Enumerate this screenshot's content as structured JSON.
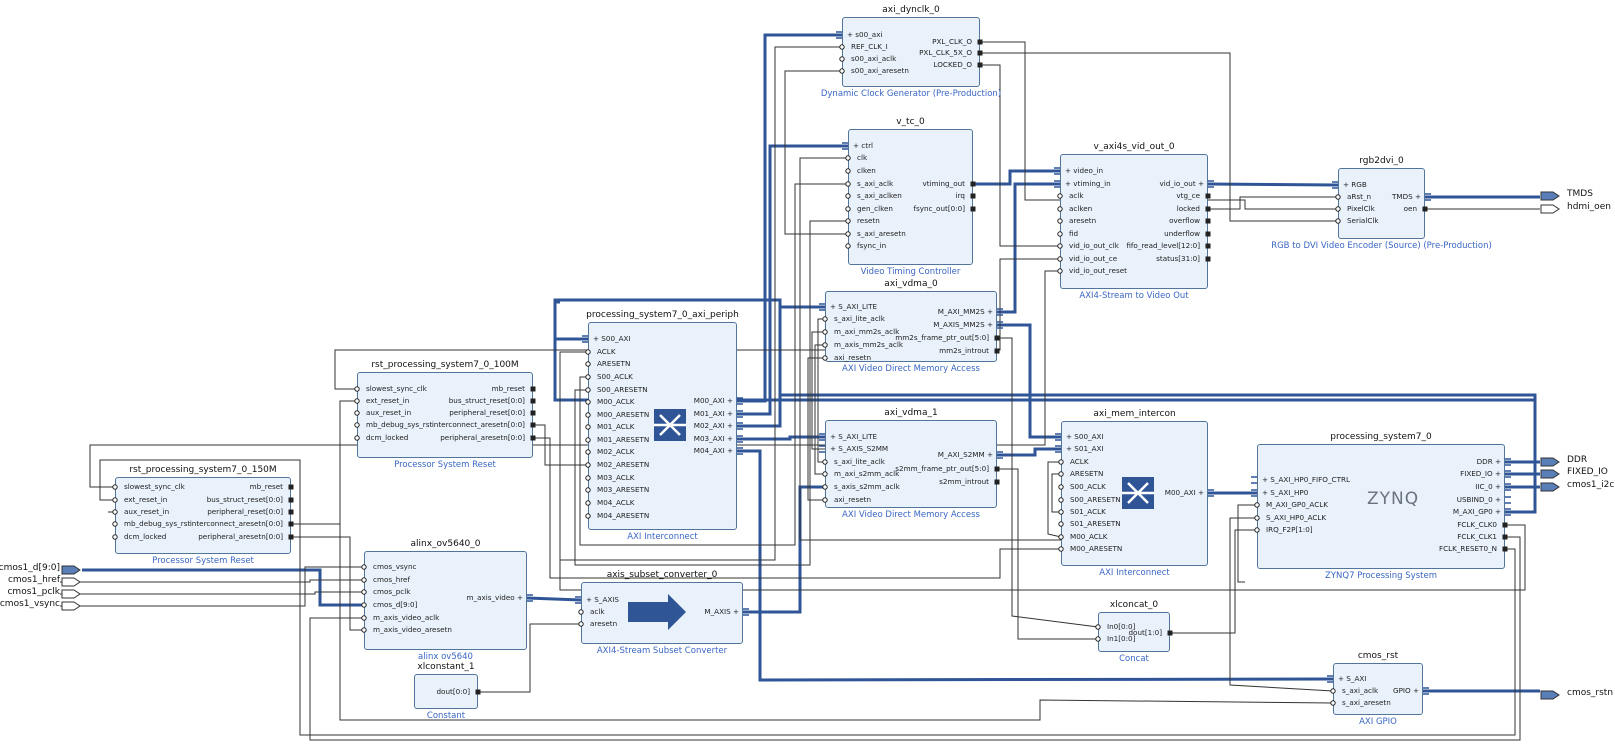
{
  "colors": {
    "block_fill": "#e9f2fb",
    "block_border": "#52759c",
    "bus": "#2f5597",
    "wire": "#333333",
    "subtitle": "#3a66c4"
  },
  "blocks": [
    {
      "id": "dynclk",
      "name": "axi_dynclk_0",
      "subtitle": "Dynamic Clock Generator (Pre-Production)",
      "left_ports": [
        "s00_axi",
        "REF_CLK_I",
        "s00_axi_aclk",
        "s00_axi_aresetn"
      ],
      "right_ports": [
        "PXL_CLK_O",
        "PXL_CLK_5X_O",
        "LOCKED_O"
      ]
    },
    {
      "id": "vtc",
      "name": "v_tc_0",
      "subtitle": "Video Timing Controller",
      "left_ports": [
        "ctrl",
        "clk",
        "clken",
        "s_axi_aclk",
        "s_axi_aclken",
        "gen_clken",
        "resetn",
        "s_axi_aresetn",
        "fsync_in"
      ],
      "right_ports": [
        "vtiming_out",
        "irq",
        "fsync_out[0:0]"
      ]
    },
    {
      "id": "vidout",
      "name": "v_axi4s_vid_out_0",
      "subtitle": "AXI4-Stream to Video Out",
      "left_ports": [
        "video_in",
        "vtiming_in",
        "aclk",
        "aclken",
        "aresetn",
        "fid",
        "vid_io_out_clk",
        "vid_io_out_ce",
        "vid_io_out_reset"
      ],
      "right_ports": [
        "vid_io_out",
        "vtg_ce",
        "locked",
        "overflow",
        "underflow",
        "fifo_read_level[12:0]",
        "status[31:0]"
      ]
    },
    {
      "id": "rgb2dvi",
      "name": "rgb2dvi_0",
      "subtitle": "RGB to DVI Video Encoder (Source) (Pre-Production)",
      "left_ports": [
        "RGB",
        "aRst_n",
        "PixelClk",
        "SerialClk"
      ],
      "right_ports": [
        "TMDS",
        "oen"
      ]
    },
    {
      "id": "vdma0",
      "name": "axi_vdma_0",
      "subtitle": "AXI Video Direct Memory Access",
      "left_ports": [
        "S_AXI_LITE",
        "s_axi_lite_aclk",
        "m_axi_mm2s_aclk",
        "m_axis_mm2s_aclk",
        "axi_resetn"
      ],
      "right_ports": [
        "M_AXI_MM2S",
        "M_AXIS_MM2S",
        "mm2s_frame_ptr_out[5:0]",
        "mm2s_introut"
      ]
    },
    {
      "id": "vdma1",
      "name": "axi_vdma_1",
      "subtitle": "AXI Video Direct Memory Access",
      "left_ports": [
        "S_AXI_LITE",
        "S_AXIS_S2MM",
        "s_axi_lite_aclk",
        "m_axi_s2mm_aclk",
        "s_axis_s2mm_aclk",
        "axi_resetn"
      ],
      "right_ports": [
        "M_AXI_S2MM",
        "s2mm_frame_ptr_out[5:0]",
        "s2mm_introut"
      ]
    },
    {
      "id": "periph",
      "name": "processing_system7_0_axi_periph",
      "subtitle": "AXI Interconnect",
      "left_ports": [
        "S00_AXI",
        "ACLK",
        "ARESETN",
        "S00_ACLK",
        "S00_ARESETN",
        "M00_ACLK",
        "M00_ARESETN",
        "M01_ACLK",
        "M01_ARESETN",
        "M02_ACLK",
        "M02_ARESETN",
        "M03_ACLK",
        "M03_ARESETN",
        "M04_ACLK",
        "M04_ARESETN"
      ],
      "right_ports": [
        "M00_AXI",
        "M01_AXI",
        "M02_AXI",
        "M03_AXI",
        "M04_AXI"
      ]
    },
    {
      "id": "rst100",
      "name": "rst_processing_system7_0_100M",
      "subtitle": "Processor System Reset",
      "left_ports": [
        "slowest_sync_clk",
        "ext_reset_in",
        "aux_reset_in",
        "mb_debug_sys_rst",
        "dcm_locked"
      ],
      "right_ports": [
        "mb_reset",
        "bus_struct_reset[0:0]",
        "peripheral_reset[0:0]",
        "interconnect_aresetn[0:0]",
        "peripheral_aresetn[0:0]"
      ]
    },
    {
      "id": "rst150",
      "name": "rst_processing_system7_0_150M",
      "subtitle": "Processor System Reset",
      "left_ports": [
        "slowest_sync_clk",
        "ext_reset_in",
        "aux_reset_in",
        "mb_debug_sys_rst",
        "dcm_locked"
      ],
      "right_ports": [
        "mb_reset",
        "bus_struct_reset[0:0]",
        "peripheral_reset[0:0]",
        "interconnect_aresetn[0:0]",
        "peripheral_aresetn[0:0]"
      ]
    },
    {
      "id": "ov5640",
      "name": "alinx_ov5640_0",
      "subtitle": "alinx ov5640",
      "left_ports": [
        "cmos_vsync",
        "cmos_href",
        "cmos_pclk",
        "cmos_d[9:0]",
        "m_axis_video_aclk",
        "m_axis_video_aresetn"
      ],
      "right_ports": [
        "m_axis_video"
      ]
    },
    {
      "id": "subset",
      "name": "axis_subset_converter_0",
      "subtitle": "AXI4-Stream Subset Converter",
      "left_ports": [
        "S_AXIS",
        "aclk",
        "aresetn"
      ],
      "right_ports": [
        "M_AXIS"
      ]
    },
    {
      "id": "const",
      "name": "xlconstant_1",
      "subtitle": "Constant",
      "left_ports": [],
      "right_ports": [
        "dout[0:0]"
      ]
    },
    {
      "id": "memic",
      "name": "axi_mem_intercon",
      "subtitle": "AXI Interconnect",
      "left_ports": [
        "S00_AXI",
        "S01_AXI",
        "ACLK",
        "ARESETN",
        "S00_ACLK",
        "S00_ARESETN",
        "S01_ACLK",
        "S01_ARESETN",
        "M00_ACLK",
        "M00_ARESETN"
      ],
      "right_ports": [
        "M00_AXI"
      ]
    },
    {
      "id": "ps7",
      "name": "processing_system7_0",
      "subtitle": "ZYNQ7 Processing System",
      "left_ports": [
        "S_AXI_HP0_FIFO_CTRL",
        "S_AXI_HP0",
        "M_AXI_GP0_ACLK",
        "S_AXI_HP0_ACLK",
        "IRQ_F2P[1:0]"
      ],
      "right_ports": [
        "DDR",
        "FIXED_IO",
        "IIC_0",
        "USBIND_0",
        "M_AXI_GP0",
        "FCLK_CLK0",
        "FCLK_CLK1",
        "FCLK_RESET0_N"
      ],
      "logo": "ZYNQ"
    },
    {
      "id": "concat",
      "name": "xlconcat_0",
      "subtitle": "Concat",
      "left_ports": [
        "In0[0:0]",
        "In1[0:0]"
      ],
      "right_ports": [
        "dout[1:0]"
      ]
    },
    {
      "id": "gpio",
      "name": "cmos_rst",
      "subtitle": "AXI GPIO",
      "left_ports": [
        "S_AXI",
        "s_axi_aclk",
        "s_axi_aresetn"
      ],
      "right_ports": [
        "GPIO"
      ]
    }
  ],
  "external_ports": {
    "inputs": [
      "cmos1_d[9:0]",
      "cmos1_href",
      "cmos1_pclk",
      "cmos1_vsync"
    ],
    "outputs": [
      "TMDS",
      "hdmi_oen",
      "DDR",
      "FIXED_IO",
      "cmos1_i2c",
      "cmos_rstn"
    ]
  }
}
